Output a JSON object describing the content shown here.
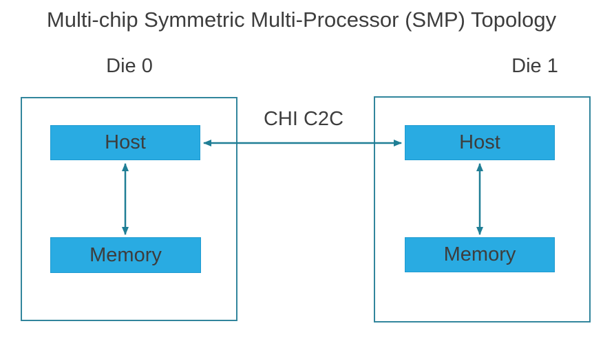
{
  "diagram": {
    "title": "Multi-chip Symmetric Multi-Processor (SMP) Topology",
    "dies": [
      {
        "label": "Die 0",
        "host_label": "Host",
        "memory_label": "Memory"
      },
      {
        "label": "Die 1",
        "host_label": "Host",
        "memory_label": "Memory"
      }
    ],
    "interconnect_label": "CHI C2C",
    "connections": [
      {
        "name": "die0-host-to-die1-host",
        "type": "bidirectional",
        "label": "CHI C2C"
      },
      {
        "name": "die0-host-to-die0-memory",
        "type": "bidirectional",
        "label": ""
      },
      {
        "name": "die1-host-to-die1-memory",
        "type": "bidirectional",
        "label": ""
      }
    ],
    "colors": {
      "node_fill": "#29ABE2",
      "node_border": "#1E9AD0",
      "line": "#1F7E95",
      "die_border": "#31859C",
      "text": "#3D3D3D",
      "background": "#FFFFFF"
    }
  }
}
